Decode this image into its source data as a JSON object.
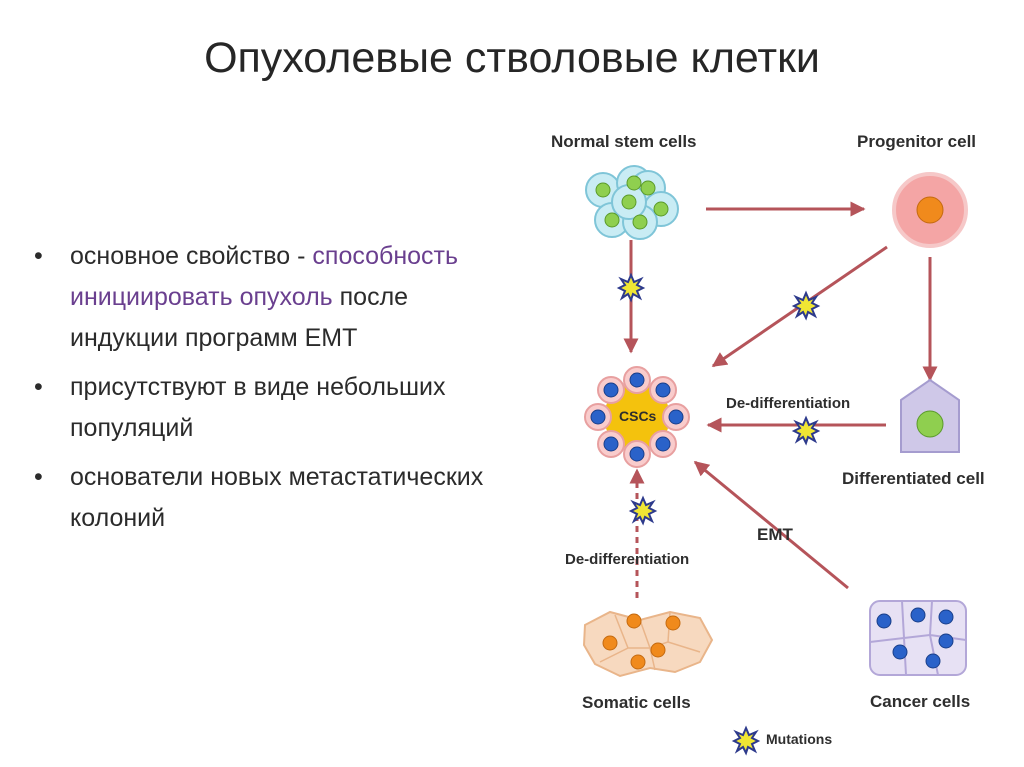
{
  "slide": {
    "title": "Опухолевые стволовые клетки",
    "bullets": [
      {
        "plain_before": "основное свойство - ",
        "highlight": "способность инициировать опухоль",
        "plain_after": " после индукции программ ЕМТ"
      },
      {
        "plain_before": "присутствуют в виде небольших популяций",
        "highlight": "",
        "plain_after": ""
      },
      {
        "plain_before": "основатели новых метастатических колоний",
        "highlight": "",
        "plain_after": ""
      }
    ],
    "bullet_char": "•"
  },
  "diagram": {
    "nodes": {
      "normal_stem": "Normal stem cells",
      "progenitor": "Progenitor cell",
      "cscs": "CSCs",
      "differentiated": "Differentiated cell",
      "somatic": "Somatic cells",
      "cancer": "Cancer cells"
    },
    "edge_labels": {
      "dedif_right": "De-differentiation",
      "dedif_bottom": "De-differentiation",
      "emt": "EMT"
    },
    "legend": {
      "mutations": "Mutations",
      "icon": "mutation-star-icon"
    },
    "colors": {
      "arrow": "#b5545a",
      "stem_cell": "#c9ecf4",
      "nucleus_green": "#8fcf4f",
      "csc_nucleus": "#2a62c9",
      "csc_center": "#f4c20d",
      "progenitor": "#f4a5a5",
      "progenitor_nucleus": "#f08a1c",
      "mutation": "#f0e634"
    }
  }
}
